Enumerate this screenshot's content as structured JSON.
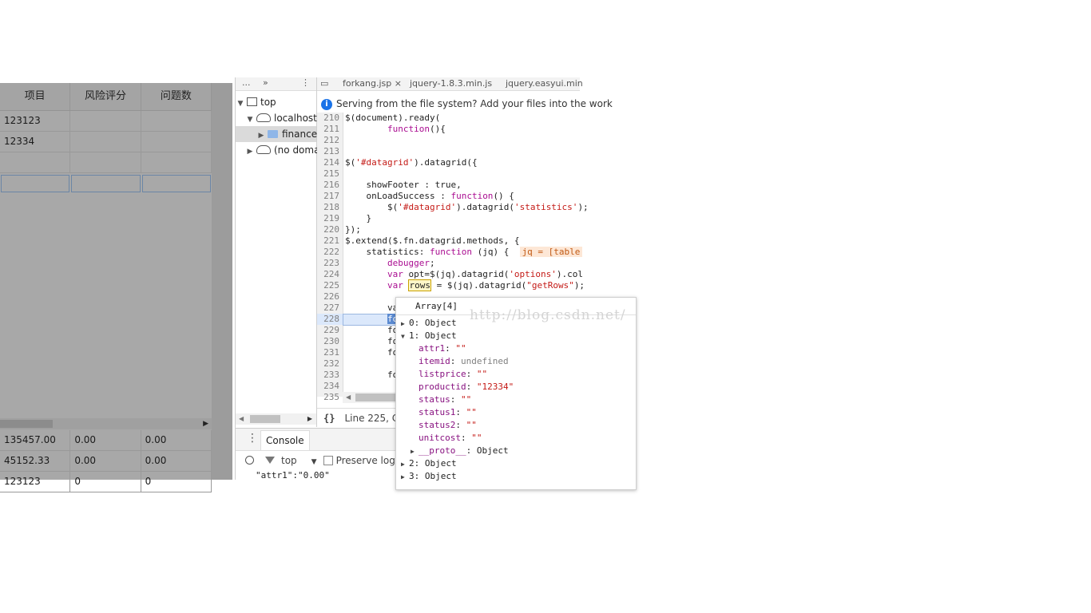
{
  "grid": {
    "headers": [
      "项目",
      "风险评分",
      "问题数"
    ],
    "rows": [
      [
        "123123",
        "",
        ""
      ],
      [
        "12334",
        "",
        ""
      ],
      [
        "",
        "",
        ""
      ]
    ],
    "footer_rows": [
      [
        "135457.00",
        "0.00",
        "0.00"
      ],
      [
        "45152.33",
        "0.00",
        "0.00"
      ],
      [
        "123123",
        "0",
        "0"
      ]
    ]
  },
  "navigator": {
    "tabs": [
      "...",
      "»",
      "⋮"
    ],
    "tree": [
      {
        "label": "top"
      },
      {
        "label": "localhost:"
      },
      {
        "label": "finance"
      },
      {
        "label": "(no doma"
      }
    ]
  },
  "editor": {
    "tabs": [
      "forkang.jsp ×",
      "jquery-1.8.3.min.js",
      "jquery.easyui.min"
    ],
    "infobar": "Serving from the file system? Add your files into the work",
    "lines": [
      {
        "n": "210",
        "t": "$(document).ready("
      },
      {
        "n": "211",
        "t": "        function(){"
      },
      {
        "n": "212",
        "t": ""
      },
      {
        "n": "213",
        "t": ""
      },
      {
        "n": "214",
        "t": "$('#datagrid').datagrid({"
      },
      {
        "n": "215",
        "t": ""
      },
      {
        "n": "216",
        "t": "    showFooter : true,"
      },
      {
        "n": "217",
        "t": "    onLoadSuccess : function() {"
      },
      {
        "n": "218",
        "t": "        $('#datagrid').datagrid('statistics');"
      },
      {
        "n": "219",
        "t": "    }"
      },
      {
        "n": "220",
        "t": "});"
      },
      {
        "n": "221",
        "t": "$.extend($.fn.datagrid.methods, {"
      },
      {
        "n": "222",
        "t": "    statistics: function (jq) {"
      },
      {
        "n": "223",
        "t": "        debugger;"
      },
      {
        "n": "224",
        "t": "        var opt=$(jq).datagrid('options').col"
      },
      {
        "n": "225",
        "t": "        var rows = $(jq).datagrid(\"getRows\");"
      },
      {
        "n": "226",
        "t": ""
      },
      {
        "n": "227",
        "t": "        va"
      },
      {
        "n": "228",
        "t": "        fo"
      },
      {
        "n": "229",
        "t": "        fo"
      },
      {
        "n": "230",
        "t": "        fo"
      },
      {
        "n": "231",
        "t": "        fo"
      },
      {
        "n": "232",
        "t": ""
      },
      {
        "n": "233",
        "t": "        fo"
      },
      {
        "n": "234",
        "t": ""
      },
      {
        "n": "235",
        "t": ""
      }
    ],
    "inline_value": "jq = [table",
    "status": "Line 225, Co",
    "status_icon": "{}"
  },
  "console": {
    "tab": "Console",
    "context": "top",
    "preserve_label": "Preserve log",
    "output": "\"attr1\":\"0.00\""
  },
  "popover": {
    "title": "Array[4]",
    "items": [
      {
        "label": "0: Object",
        "expanded": false
      },
      {
        "label": "1: Object",
        "expanded": true
      },
      {
        "label": "2: Object",
        "expanded": false
      },
      {
        "label": "3: Object",
        "expanded": false
      }
    ],
    "props": [
      {
        "key": "attr1",
        "val": "\"\"",
        "kind": "str"
      },
      {
        "key": "itemid",
        "val": "undefined",
        "kind": "und"
      },
      {
        "key": "listprice",
        "val": "\"\"",
        "kind": "str"
      },
      {
        "key": "productid",
        "val": "\"12334\"",
        "kind": "str"
      },
      {
        "key": "status",
        "val": "\"\"",
        "kind": "str"
      },
      {
        "key": "status1",
        "val": "\"\"",
        "kind": "str"
      },
      {
        "key": "status2",
        "val": "\"\"",
        "kind": "str"
      },
      {
        "key": "unitcost",
        "val": "\"\"",
        "kind": "str"
      }
    ],
    "proto": {
      "key": "__proto__",
      "val": "Object"
    }
  },
  "watermark": "http://blog.csdn.net/",
  "colors": {
    "accent": "#1a73e8",
    "keyword": "#aa0d91",
    "string": "#c41a16",
    "property": "#881280"
  }
}
